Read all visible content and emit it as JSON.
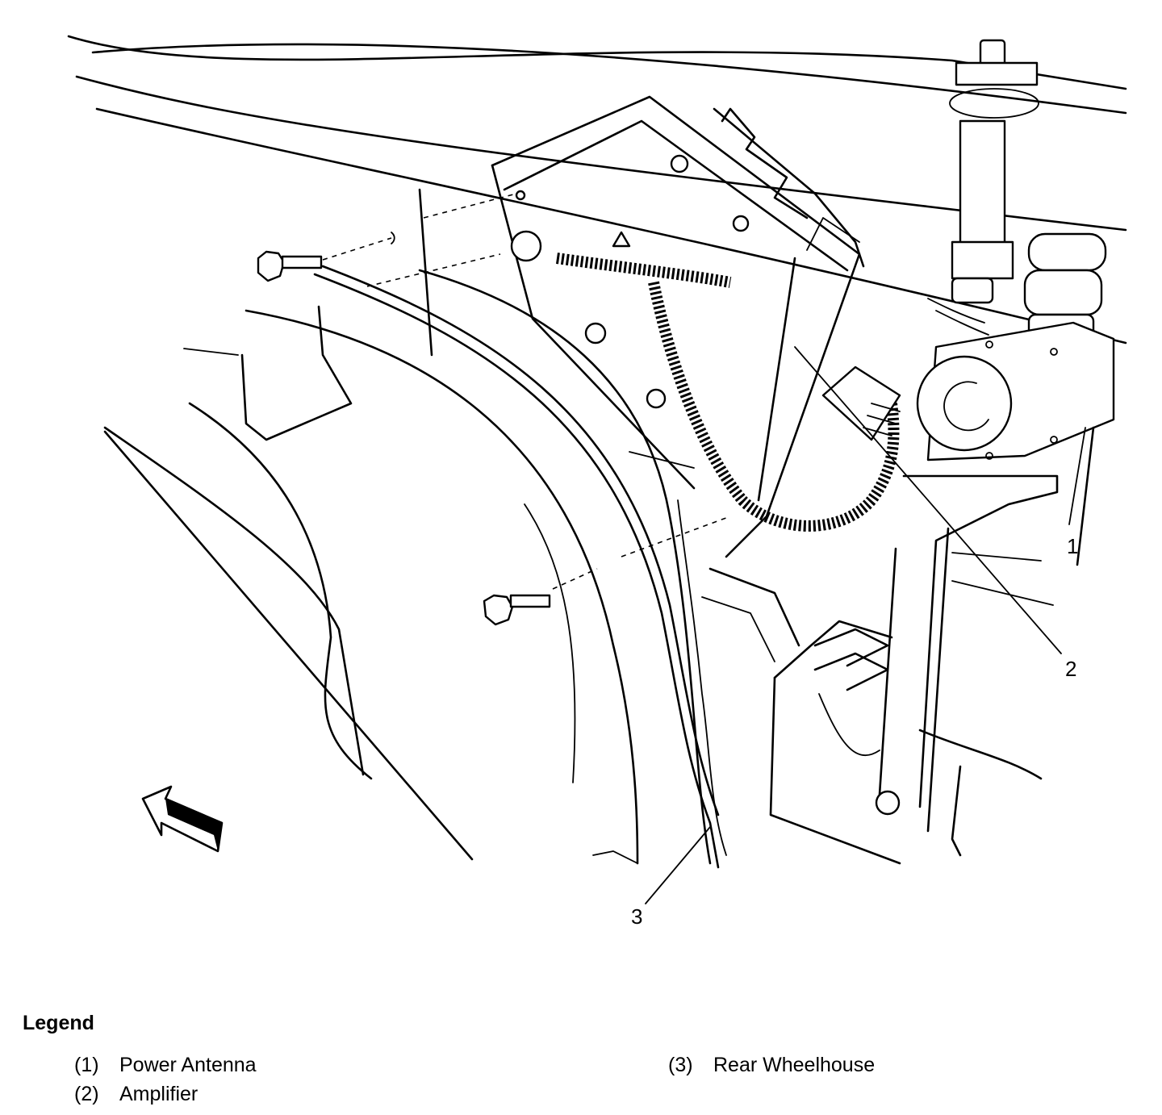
{
  "callouts": {
    "c1": "1",
    "c2": "2",
    "c3": "3"
  },
  "legend": {
    "title": "Legend",
    "items": [
      {
        "number": "(1)",
        "label": "Power Antenna"
      },
      {
        "number": "(2)",
        "label": "Amplifier"
      },
      {
        "number": "(3)",
        "label": "Rear Wheelhouse"
      }
    ]
  }
}
